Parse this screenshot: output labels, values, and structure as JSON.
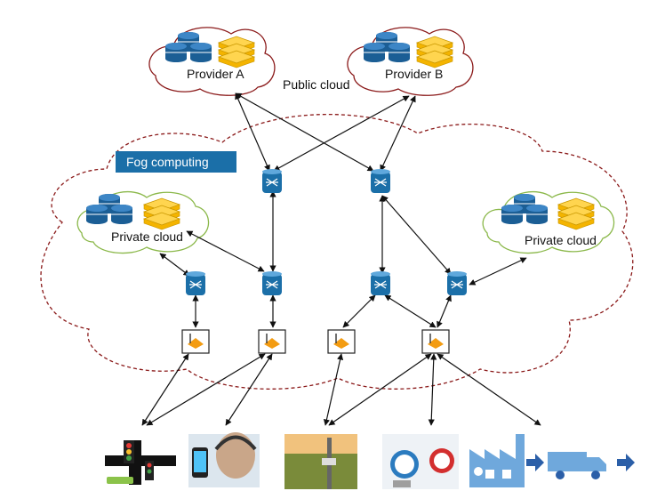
{
  "labels": {
    "provider_a": "Provider A",
    "provider_b": "Provider B",
    "public_cloud": "Public cloud",
    "fog_computing": "Fog computing",
    "private_cloud_left": "Private cloud",
    "private_cloud_right": "Private cloud"
  },
  "colors": {
    "public_cloud_outline": "#8b1a1a",
    "fog_outline": "#8b1a1a",
    "private_cloud_outline": "#8bb84a",
    "router": "#1b6fa8",
    "database": "#1b5e95",
    "server_stack": "#f4b400",
    "gateway_diamond": "#f39c12",
    "fog_tag_bg": "#1b6fa8",
    "arrow": "#111111"
  },
  "icons": {
    "database": "database-icon",
    "server": "server-stack-icon",
    "router": "router-icon",
    "gateway": "gateway-icon",
    "traffic": "traffic-light-icon",
    "health": "wearable-health-icon",
    "farm": "smart-agriculture-icon",
    "meter": "water-meter-icon",
    "factory": "factory-icon",
    "truck": "truck-icon"
  }
}
